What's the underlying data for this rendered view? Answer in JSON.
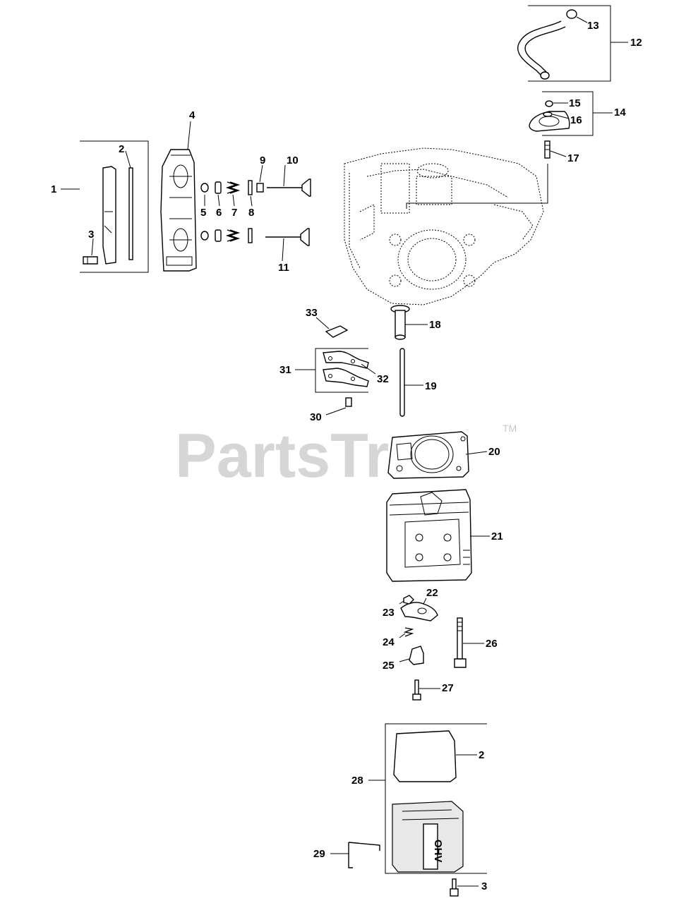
{
  "watermark": {
    "text": "PartsTree",
    "trademark": "TM"
  },
  "callouts": {
    "c1": "1",
    "c2a": "2",
    "c3a": "3",
    "c4": "4",
    "c5": "5",
    "c6": "6",
    "c7": "7",
    "c8": "8",
    "c9": "9",
    "c10": "10",
    "c11": "11",
    "c12": "12",
    "c13": "13",
    "c14": "14",
    "c15": "15",
    "c16": "16",
    "c17": "17",
    "c18": "18",
    "c19": "19",
    "c20": "20",
    "c21": "21",
    "c22": "22",
    "c23": "23",
    "c24": "24",
    "c25": "25",
    "c26": "26",
    "c27": "27",
    "c28": "28",
    "c2b": "2",
    "c29": "29",
    "c3b": "3",
    "c30": "30",
    "c31": "31",
    "c32": "32",
    "c33": "33"
  },
  "valve_cover_badge": "OHV"
}
